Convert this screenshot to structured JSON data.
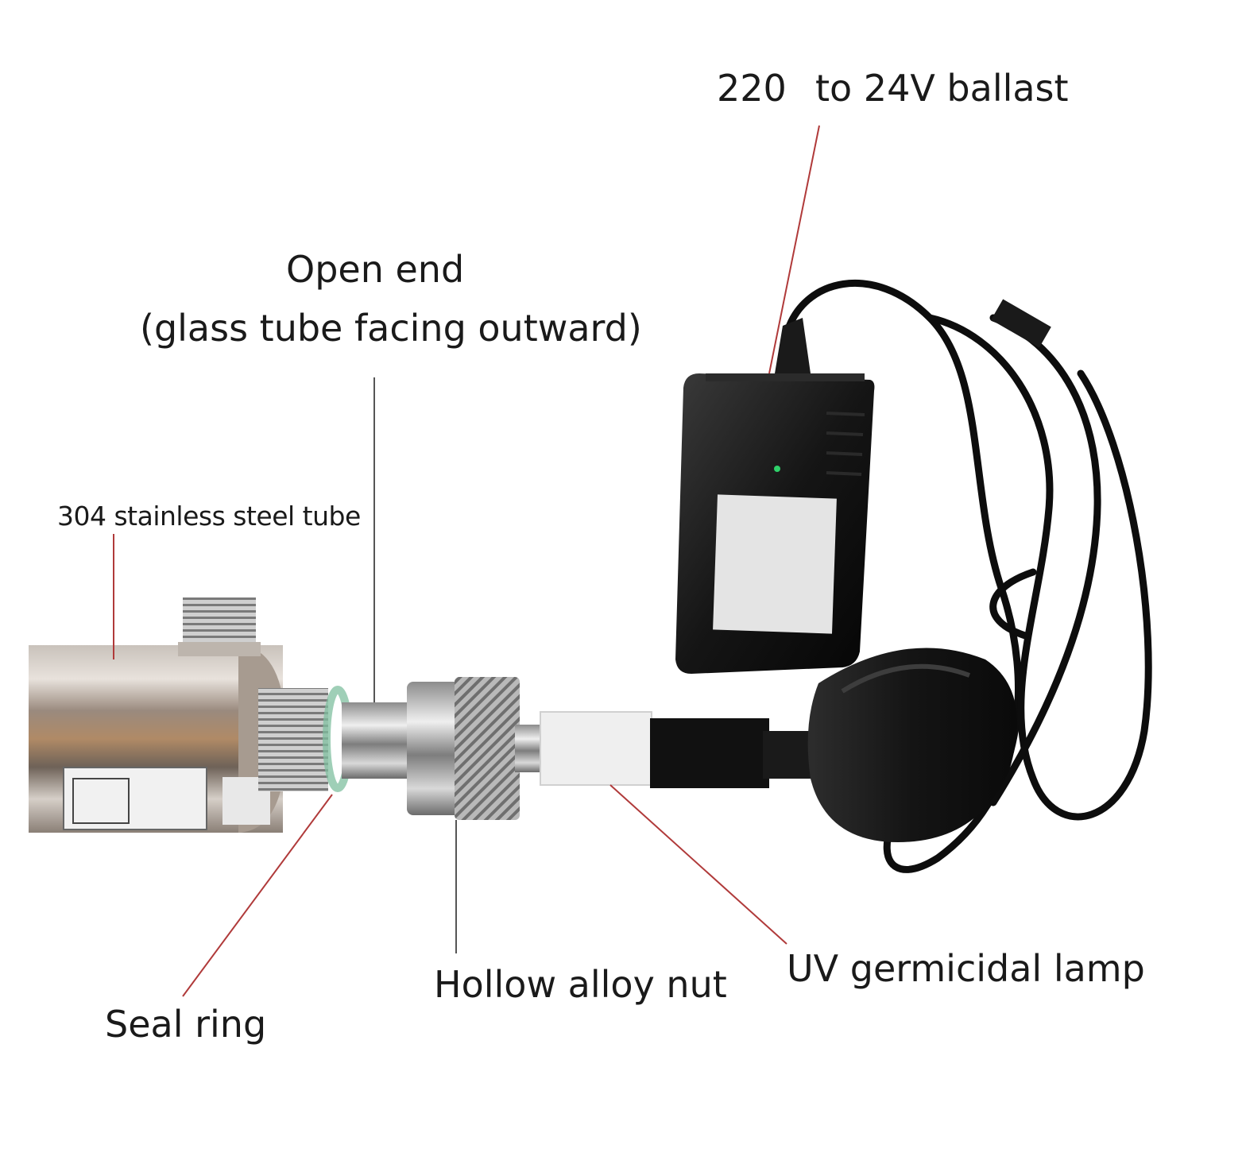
{
  "labels": {
    "ballast_voltage_in": "220",
    "ballast_rest": "to 24V ballast",
    "open_end_line1": "Open end",
    "open_end_line2": "(glass tube facing outward)",
    "steel_tube": "304 stainless steel tube",
    "seal_ring": "Seal ring",
    "hollow_nut": "Hollow alloy nut",
    "uv_lamp": "UV germicidal lamp"
  },
  "colors": {
    "leader_line": "#b03a3a",
    "text": "#1a1a1a",
    "background": "#ffffff"
  }
}
